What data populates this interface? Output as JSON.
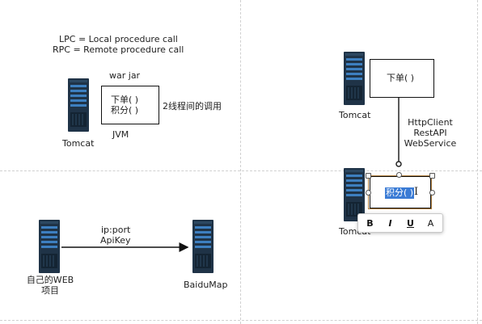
{
  "notes": {
    "lpc": "LPC = Local procedure call",
    "rpc": "RPC = Remote procedure call"
  },
  "local": {
    "server_label": "Tomcat",
    "war_jar": "war  jar",
    "box_line1": "下单( )",
    "box_line2": "积分( )",
    "jvm": "JVM",
    "thread_call": "2线程间的调用"
  },
  "remote": {
    "top_server_label": "Tomcat",
    "top_box_text": "下单( )",
    "protocol_line1": "HttpClient",
    "protocol_line2": "RestAPI",
    "protocol_line3": "WebService",
    "bottom_server_label": "Tomcat",
    "editing_text": "积分( )"
  },
  "web": {
    "client_label_line1": "自己的WEB",
    "client_label_line2": "项目",
    "arrow_line1": "ip:port",
    "arrow_line2": "ApiKey",
    "target_label": "BaiduMap"
  },
  "toolbar": {
    "bold": "B",
    "italic": "I",
    "underline": "U",
    "font_color": "A"
  },
  "colors": {
    "server_body": "#1f3347",
    "server_slot": "#3d7fc0",
    "selection_fill": "#3a7bd5"
  }
}
